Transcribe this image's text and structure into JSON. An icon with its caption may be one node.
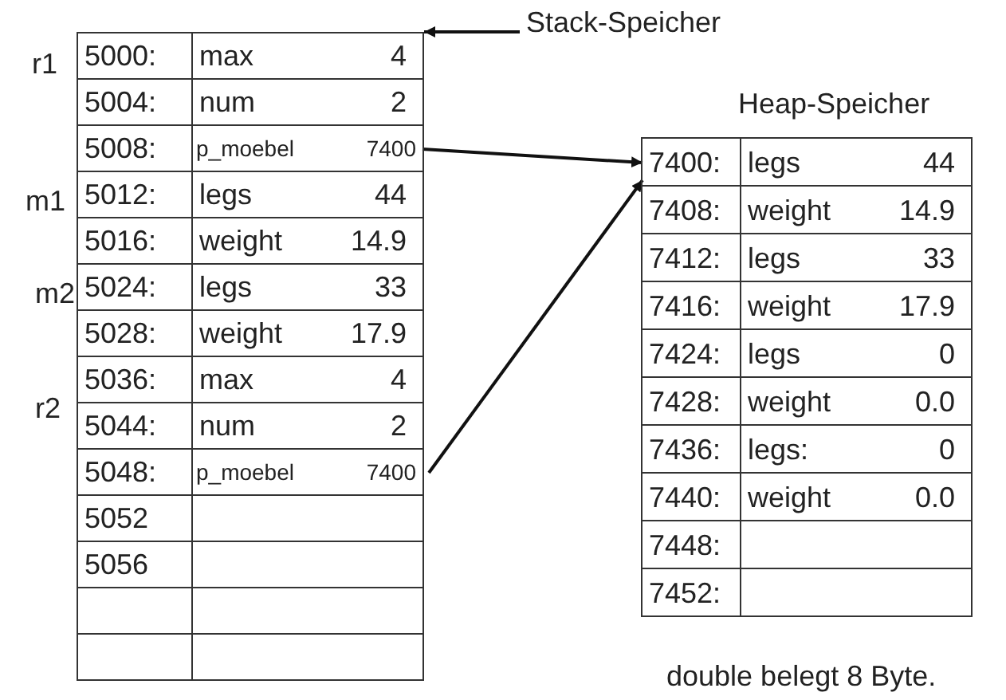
{
  "diagram": {
    "nodes": [
      {
        "text": [
          "Stack-Speicher"
        ]
      },
      {
        "text": [],
        "shape": "box"
      },
      {
        "text": [
          "5000:",
          "max",
          "4"
        ],
        "in": 1
      },
      {
        "text": [
          "5004:",
          "num",
          "2"
        ],
        "in": 1
      },
      {
        "text": [
          "5008:",
          "p_moebel",
          "7400"
        ],
        "in": 1
      },
      {
        "text": [
          "5012:",
          "legs",
          "44"
        ],
        "in": 1
      },
      {
        "text": [
          "5016:",
          "weight",
          "14.9"
        ],
        "in": 1
      },
      {
        "text": [
          "5024:",
          "legs",
          "33"
        ],
        "in": 1
      },
      {
        "text": [
          "5028:",
          "weight",
          "17.9"
        ],
        "in": 1
      },
      {
        "text": [
          "5036:",
          "max",
          "4"
        ],
        "in": 1
      },
      {
        "text": [
          "5044:",
          "num",
          "2"
        ],
        "in": 1
      },
      {
        "text": [
          "5048:",
          "p_moebel",
          "7400"
        ],
        "in": 1
      },
      {
        "text": [
          "5052"
        ],
        "in": 1
      },
      {
        "text": [
          "5056"
        ],
        "in": 1
      },
      {
        "text": [],
        "shape": "box",
        "in": 1
      },
      {
        "text": [],
        "shape": "box",
        "in": 1
      },
      {
        "text": [
          "Heap-Speicher"
        ]
      },
      {
        "text": [
          "7400:",
          "legs",
          "44"
        ],
        "in": 16
      },
      {
        "text": [
          "7408:",
          "weight",
          "14.9"
        ],
        "in": 16
      },
      {
        "text": [
          "7412:",
          "legs",
          "33"
        ],
        "in": 16
      },
      {
        "text": [
          "7416:",
          "weight",
          "17.9"
        ],
        "in": 16
      },
      {
        "text": [
          "7424:",
          "legs",
          "0"
        ],
        "in": 16
      },
      {
        "text": [
          "7428:",
          "weight",
          "0.0"
        ],
        "in": 16
      },
      {
        "text": [
          "7436:",
          "legs:",
          "0"
        ],
        "in": 16
      },
      {
        "text": [
          "7440:",
          "weight",
          "0.0"
        ],
        "in": 16
      },
      {
        "text": [
          "7448:"
        ],
        "in": 16
      },
      {
        "text": [
          "7452:"
        ],
        "in": 16
      }
    ],
    "edges": [
      {
        "from": 0,
        "to": 1,
        "arrow": "to"
      },
      {
        "from": 4,
        "to": 17,
        "arrow": "to"
      },
      {
        "from": 11,
        "to": 17,
        "arrow": "to"
      }
    ],
    "labels": [
      "r1",
      "m1",
      "m2",
      "r2",
      "double belegt 8 Byte."
    ]
  }
}
